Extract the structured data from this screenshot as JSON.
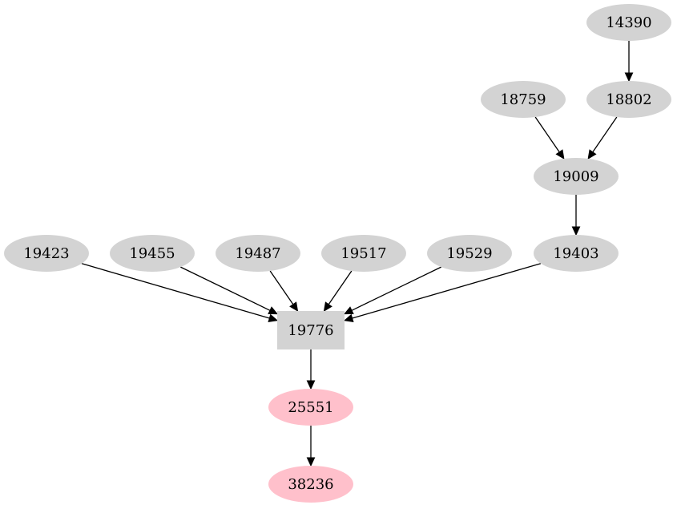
{
  "colors": {
    "default_node": "#d3d3d3",
    "highlight_node": "#ffc0cb",
    "edge": "#000000",
    "background": "#ffffff"
  },
  "nodes": [
    {
      "id": "n14390",
      "label": "14390",
      "shape": "ellipse",
      "fill": "#d3d3d3"
    },
    {
      "id": "n18759",
      "label": "18759",
      "shape": "ellipse",
      "fill": "#d3d3d3"
    },
    {
      "id": "n18802",
      "label": "18802",
      "shape": "ellipse",
      "fill": "#d3d3d3"
    },
    {
      "id": "n19009",
      "label": "19009",
      "shape": "ellipse",
      "fill": "#d3d3d3"
    },
    {
      "id": "n19423",
      "label": "19423",
      "shape": "ellipse",
      "fill": "#d3d3d3"
    },
    {
      "id": "n19455",
      "label": "19455",
      "shape": "ellipse",
      "fill": "#d3d3d3"
    },
    {
      "id": "n19487",
      "label": "19487",
      "shape": "ellipse",
      "fill": "#d3d3d3"
    },
    {
      "id": "n19517",
      "label": "19517",
      "shape": "ellipse",
      "fill": "#d3d3d3"
    },
    {
      "id": "n19529",
      "label": "19529",
      "shape": "ellipse",
      "fill": "#d3d3d3"
    },
    {
      "id": "n19403",
      "label": "19403",
      "shape": "ellipse",
      "fill": "#d3d3d3"
    },
    {
      "id": "n19776",
      "label": "19776",
      "shape": "box",
      "fill": "#d3d3d3"
    },
    {
      "id": "n25551",
      "label": "25551",
      "shape": "ellipse",
      "fill": "#ffc0cb"
    },
    {
      "id": "n38236",
      "label": "38236",
      "shape": "ellipse",
      "fill": "#ffc0cb"
    }
  ],
  "edges": [
    {
      "from": "n14390",
      "to": "n18802"
    },
    {
      "from": "n18759",
      "to": "n19009"
    },
    {
      "from": "n18802",
      "to": "n19009"
    },
    {
      "from": "n19009",
      "to": "n19403"
    },
    {
      "from": "n19423",
      "to": "n19776"
    },
    {
      "from": "n19455",
      "to": "n19776"
    },
    {
      "from": "n19487",
      "to": "n19776"
    },
    {
      "from": "n19517",
      "to": "n19776"
    },
    {
      "from": "n19529",
      "to": "n19776"
    },
    {
      "from": "n19403",
      "to": "n19776"
    },
    {
      "from": "n19776",
      "to": "n25551"
    },
    {
      "from": "n25551",
      "to": "n38236"
    }
  ]
}
